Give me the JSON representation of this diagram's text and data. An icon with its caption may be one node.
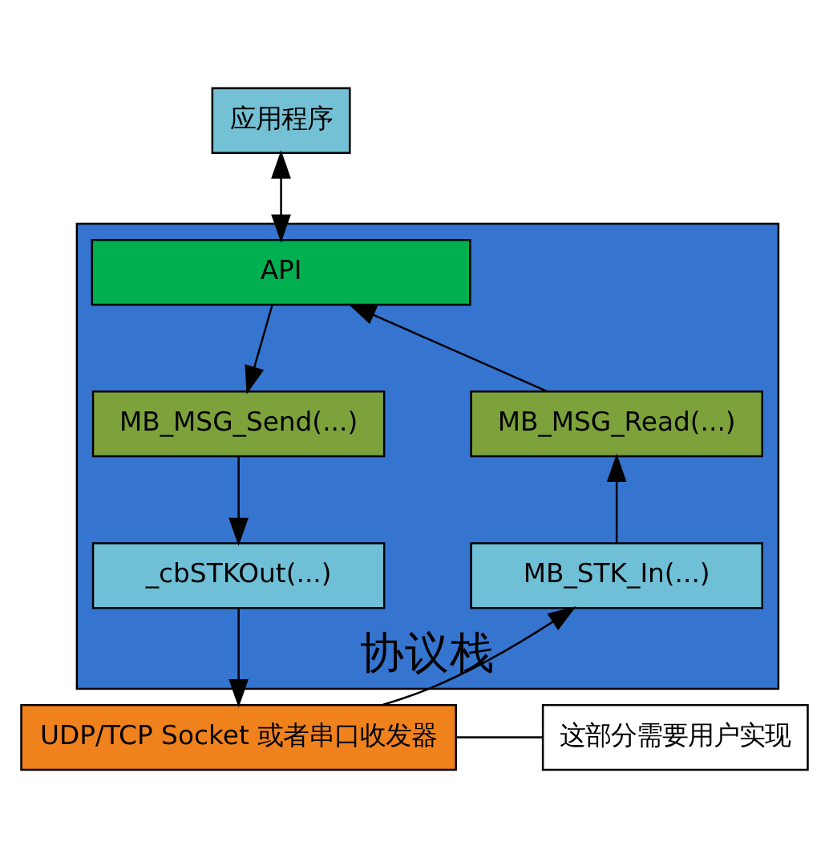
{
  "diagram": {
    "nodes": [
      {
        "text": [
          "应用程序"
        ]
      },
      {
        "text": [
          "协议栈"
        ]
      },
      {
        "text": [
          "API"
        ],
        "in": 1
      },
      {
        "text": [
          "MB_MSG_Send(...)"
        ],
        "in": 1
      },
      {
        "text": [
          "MB_MSG_Read(...)"
        ],
        "in": 1
      },
      {
        "text": [
          "_cbSTKOut(...)"
        ],
        "in": 1
      },
      {
        "text": [
          "MB_STK_In(...)"
        ],
        "in": 1
      },
      {
        "text": [
          "UDP/TCP Socket 或者串口收发器"
        ]
      },
      {
        "text": [
          "这部分需要用户实现"
        ]
      }
    ],
    "edges": [
      {
        "from": 0,
        "to": 2,
        "arrow": "both"
      },
      {
        "from": 2,
        "to": 3,
        "arrow": "to"
      },
      {
        "from": 3,
        "to": 5,
        "arrow": "to"
      },
      {
        "from": 5,
        "to": 7,
        "arrow": "to"
      },
      {
        "from": 7,
        "to": 6,
        "arrow": "to"
      },
      {
        "from": 6,
        "to": 4,
        "arrow": "to"
      },
      {
        "from": 4,
        "to": 2,
        "arrow": "to"
      },
      {
        "from": 8,
        "to": 7,
        "arrow": "none"
      }
    ]
  }
}
